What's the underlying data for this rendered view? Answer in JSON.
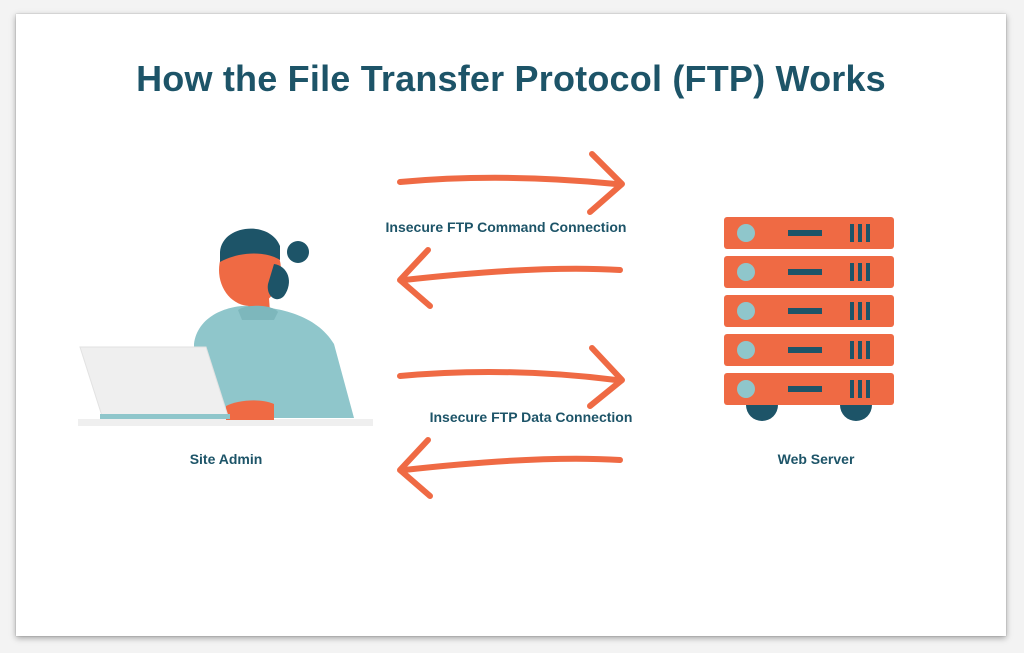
{
  "title": "How the File Transfer Protocol (FTP) Works",
  "labels": {
    "command_connection": "Insecure FTP Command Connection",
    "data_connection": "Insecure FTP Data Connection",
    "site_admin": "Site Admin",
    "web_server": "Web Server"
  },
  "colors": {
    "title": "#1d5468",
    "arrow": "#ef6a44",
    "server_body": "#ef6a44",
    "server_accent": "#1d5468",
    "server_light": "#8fc6cb",
    "person_shirt": "#8fc6cb",
    "person_skin": "#ef6a44",
    "person_hair": "#1d5468",
    "laptop": "#efefef"
  },
  "icons": {
    "site_admin": "person-at-laptop-icon",
    "web_server": "server-rack-icon"
  },
  "connections": [
    {
      "name": "command",
      "directions": [
        "to-server",
        "to-admin"
      ]
    },
    {
      "name": "data",
      "directions": [
        "to-server",
        "to-admin"
      ]
    }
  ]
}
